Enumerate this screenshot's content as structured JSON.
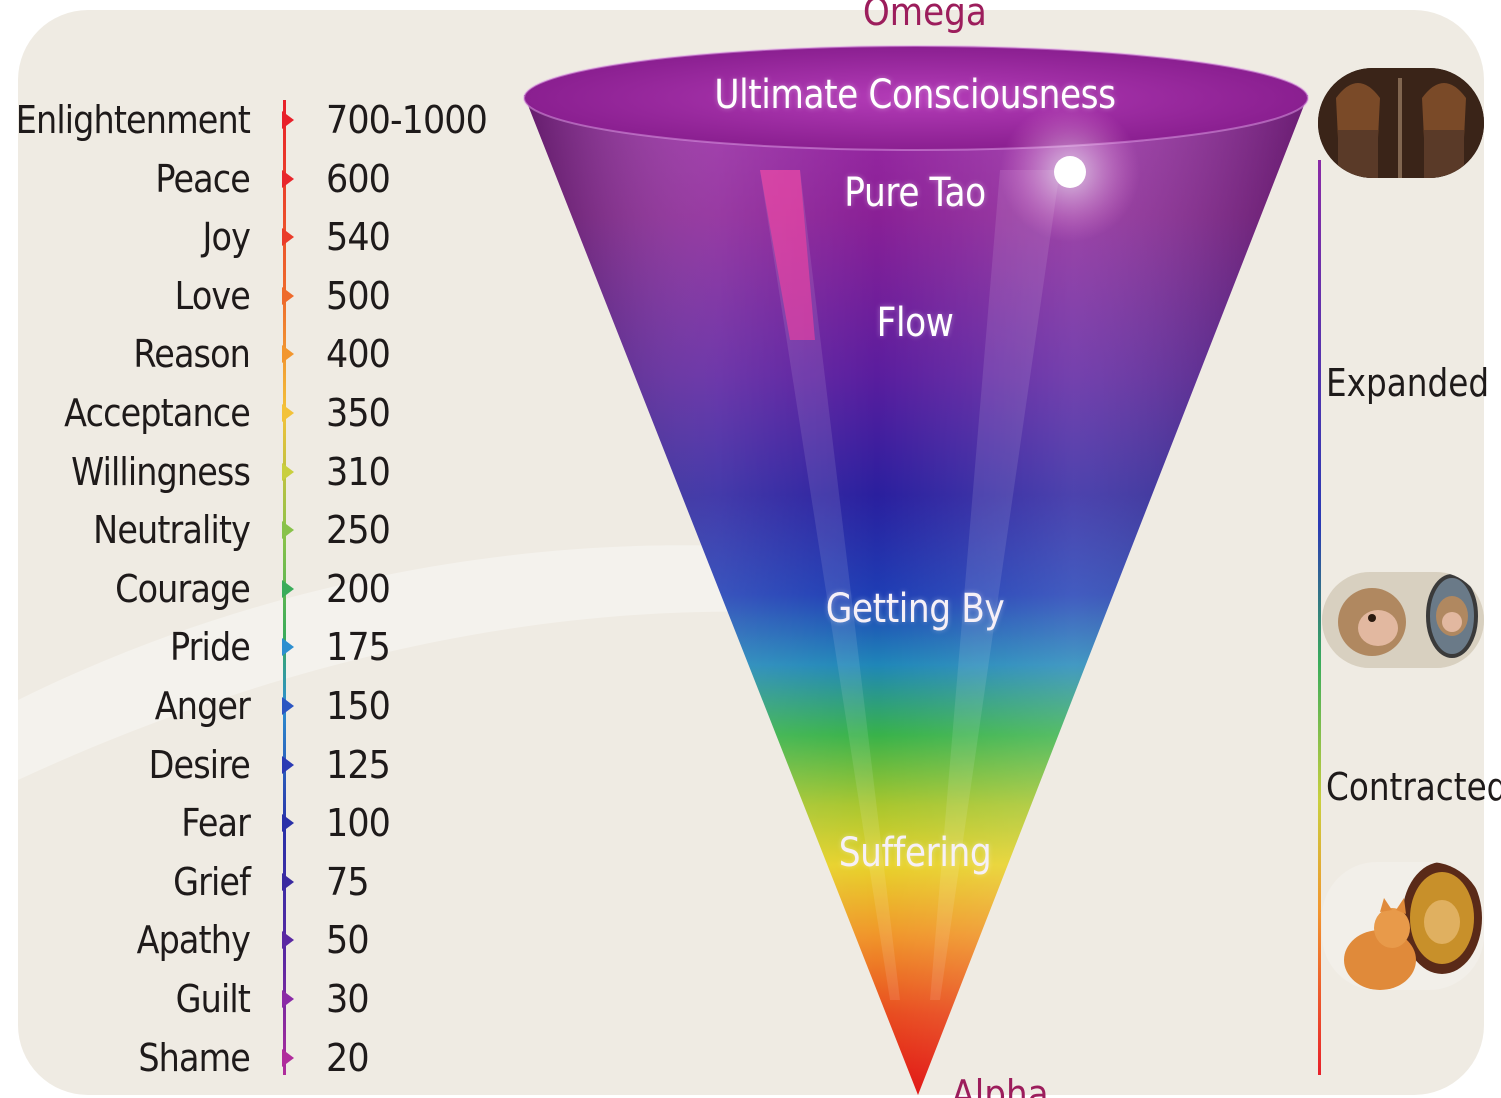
{
  "levels": [
    {
      "name": "Enlightenment",
      "value": "700-1000",
      "color": "#e8202a"
    },
    {
      "name": "Peace",
      "value": "600",
      "color": "#e8262c"
    },
    {
      "name": "Joy",
      "value": "540",
      "color": "#ea3b2a"
    },
    {
      "name": "Love",
      "value": "500",
      "color": "#ee6a2c"
    },
    {
      "name": "Reason",
      "value": "400",
      "color": "#f2962e"
    },
    {
      "name": "Acceptance",
      "value": "350",
      "color": "#f3c23a"
    },
    {
      "name": "Willingness",
      "value": "310",
      "color": "#c9cf3e"
    },
    {
      "name": "Neutrality",
      "value": "250",
      "color": "#88c24a"
    },
    {
      "name": "Courage",
      "value": "200",
      "color": "#3aac5a"
    },
    {
      "name": "Pride",
      "value": "175",
      "color": "#2d8fd0"
    },
    {
      "name": "Anger",
      "value": "150",
      "color": "#2c55c2"
    },
    {
      "name": "Desire",
      "value": "125",
      "color": "#2b3ab4"
    },
    {
      "name": "Fear",
      "value": "100",
      "color": "#2a30a8"
    },
    {
      "name": "Grief",
      "value": "75",
      "color": "#3a2aa0"
    },
    {
      "name": "Apathy",
      "value": "50",
      "color": "#5a28a2"
    },
    {
      "name": "Guilt",
      "value": "30",
      "color": "#8a2aa6"
    },
    {
      "name": "Shame",
      "value": "20",
      "color": "#b02c9c"
    }
  ],
  "cone": {
    "top_label": "Omega",
    "bottom_label": "Alpha",
    "bands": [
      "Ultimate Consciousness",
      "Pure Tao",
      "Flow",
      "Getting By",
      "Suffering"
    ]
  },
  "side": {
    "expanded_label": "Expanded",
    "contracted_label": "Contracted",
    "photos": [
      "women-mirror-photo",
      "monkey-mirror-photo",
      "cat-lion-mirror-photo"
    ]
  },
  "colors": {
    "background": "#efebe3",
    "text": "#1e1a1a",
    "end_label": "#9c1d5c"
  }
}
